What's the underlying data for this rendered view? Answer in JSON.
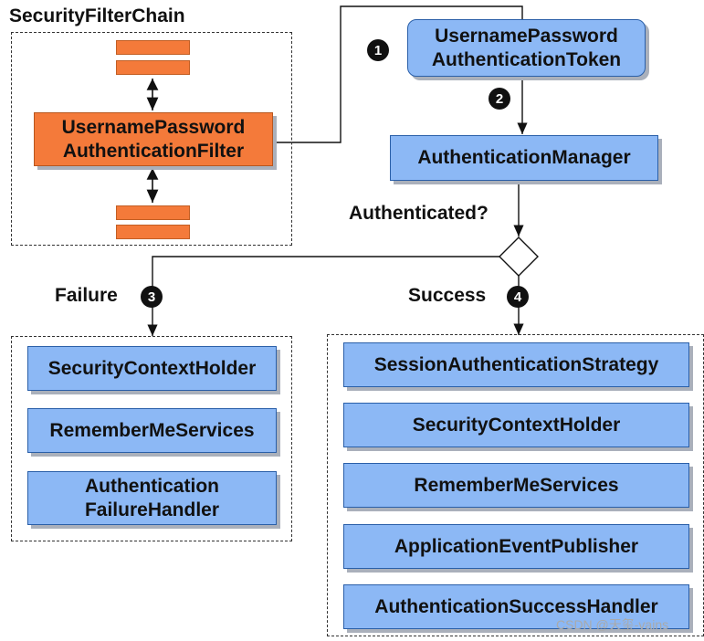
{
  "chain": {
    "title": "SecurityFilterChain",
    "filter_line1": "UsernamePassword",
    "filter_line2": "AuthenticationFilter"
  },
  "token": {
    "line1": "UsernamePassword",
    "line2": "AuthenticationToken"
  },
  "manager": {
    "label": "AuthenticationManager"
  },
  "decision": {
    "label": "Authenticated?"
  },
  "failure": {
    "label": "Failure",
    "items": [
      "SecurityContextHolder",
      "RememberMeServices"
    ],
    "handler_line1": "Authentication",
    "handler_line2": "FailureHandler"
  },
  "success": {
    "label": "Success",
    "items": [
      "SessionAuthenticationStrategy",
      "SecurityContextHolder",
      "RememberMeServices",
      "ApplicationEventPublisher",
      "AuthenticationSuccessHandler"
    ]
  },
  "steps": [
    "1",
    "2",
    "3",
    "4"
  ],
  "watermark": "CSDN @天玺-vains",
  "colors": {
    "blue_box": "#8cb8f5",
    "orange_filter": "#f47a3a"
  }
}
